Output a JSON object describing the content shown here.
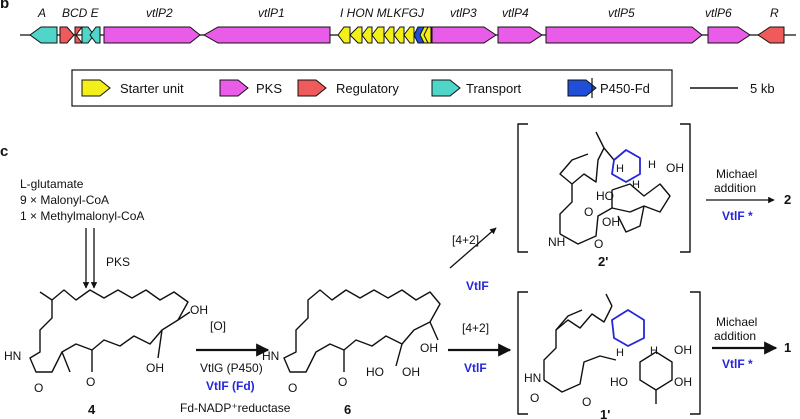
{
  "panels": {
    "b": "b",
    "c": "c"
  },
  "genes": [
    {
      "label": "A",
      "color": "#4fd6c9"
    },
    {
      "label": "B",
      "color": "#ef5b5b"
    },
    {
      "label": "C",
      "color": "#ef5b5b"
    },
    {
      "label": "D",
      "color": "#4fd6c9"
    },
    {
      "label": "E",
      "color": "#4fd6c9"
    },
    {
      "label": "vtlP2",
      "color": "#e85ce8"
    },
    {
      "label": "vtlP1",
      "color": "#e85ce8"
    },
    {
      "label": "I HON MLKFGJ",
      "color": "#f2ef19"
    },
    {
      "label": "vtlP3",
      "color": "#e85ce8"
    },
    {
      "label": "vtlP4",
      "color": "#e85ce8"
    },
    {
      "label": "vtlP5",
      "color": "#e85ce8"
    },
    {
      "label": "vtlP6",
      "color": "#e85ce8"
    },
    {
      "label": "R",
      "color": "#ef5b5b"
    }
  ],
  "gene_top_labels": {
    "A": "A",
    "BCDE": "BCD E",
    "vtlP2": "vtlP2",
    "vtlP1": "vtlP1",
    "cluster": "I HON MLKFGJ",
    "vtlP3": "vtlP3",
    "vtlP4": "vtlP4",
    "vtlP5": "vtlP5",
    "vtlP6": "vtlP6",
    "R": "R"
  },
  "legend": {
    "items": [
      {
        "label": "Starter unit",
        "color": "#f2ef19"
      },
      {
        "label": "PKS",
        "color": "#e85ce8"
      },
      {
        "label": "Regulatory",
        "color": "#ef5b5b"
      },
      {
        "label": "Transport",
        "color": "#4fd6c9"
      },
      {
        "label": "P450-Fd",
        "color": "#1f4fd6"
      }
    ],
    "scale": "5 kb"
  },
  "colors": {
    "accent_blue": "#2626d9",
    "p450": "#1f4fd6"
  },
  "precursors": [
    "L-glutamate",
    "9 × Malonyl-CoA",
    "1 × Methylmalonyl-CoA"
  ],
  "steps": {
    "pks": "PKS",
    "oxidation": "[O]",
    "vtlg": "VtlG (P450)",
    "vtlf_fd": "VtlF (Fd)",
    "reductase": "Fd-NADP⁺reductase",
    "da_upper": "[4+2]",
    "vtlf_upper": "VtlF",
    "da_lower": "[4+2]",
    "vtlf_lower": "VtlF",
    "michael_upper_1": "Michael",
    "michael_upper_2": "addition",
    "michael_upper_enzyme": "VtlF *",
    "michael_lower_1": "Michael",
    "michael_lower_2": "addition",
    "michael_lower_enzyme": "VtlF *"
  },
  "compounds": {
    "c4": "4",
    "c6": "6",
    "c2p": "2'",
    "c1p": "1'",
    "c2": "2",
    "c1": "1"
  },
  "atoms": {
    "HN": "HN",
    "O": "O",
    "OH": "OH",
    "HO": "HO",
    "H": "H",
    "NH": "NH"
  }
}
